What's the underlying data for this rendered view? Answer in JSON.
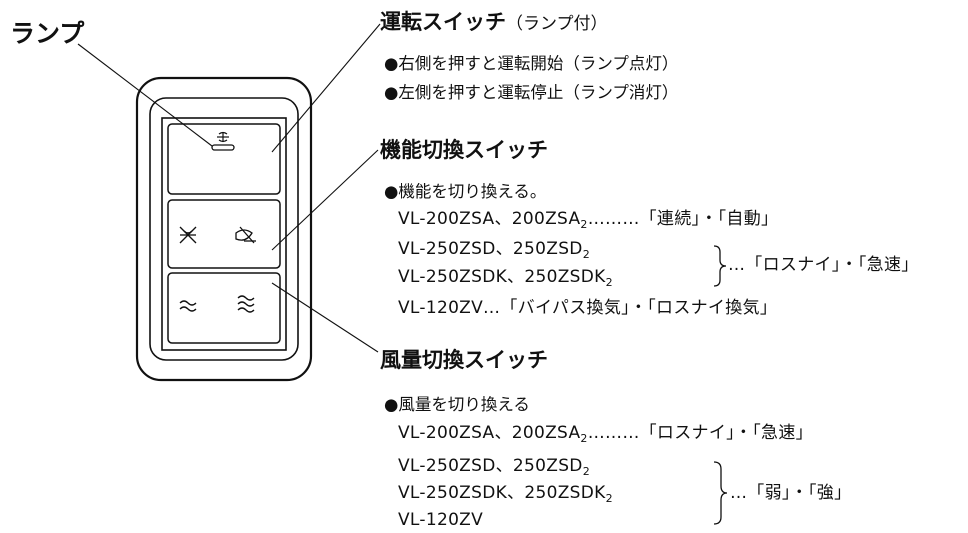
{
  "lamp_label": "ランプ",
  "run_switch": {
    "title": "運転スイッチ",
    "note": "（ランプ付）",
    "lines": [
      "●右側を押すと運転開始（ランプ点灯）",
      "●左側を押すと運転停止（ランプ消灯）"
    ]
  },
  "function_switch": {
    "title": "機能切換スイッチ",
    "intro": "●機能を切り換える。",
    "row1_model": "VL-200ZSA、200ZSA",
    "row1_sub": "2",
    "row1_value": "………「連続」・「自動」",
    "row2_model": "VL-250ZSD、250ZSD",
    "row2_sub": "2",
    "row3_model": "VL-250ZSDK、250ZSDK",
    "row3_sub": "2",
    "row23_value": "…「ロスナイ」・「急速」",
    "row4": "VL-120ZV…「バイパス換気」・「ロスナイ換気」"
  },
  "airflow_switch": {
    "title": "風量切換スイッチ",
    "intro": "●風量を切り換える",
    "row1_model": "VL-200ZSA、200ZSA",
    "row1_sub": "2",
    "row1_value": "………「ロスナイ」・「急速」",
    "row2_model": "VL-250ZSD、250ZSD",
    "row2_sub": "2",
    "row3_model": "VL-250ZSDK、250ZSDK",
    "row3_sub": "2",
    "row4_model": "VL-120ZV",
    "rows234_value": "…「弱」・「強」"
  }
}
